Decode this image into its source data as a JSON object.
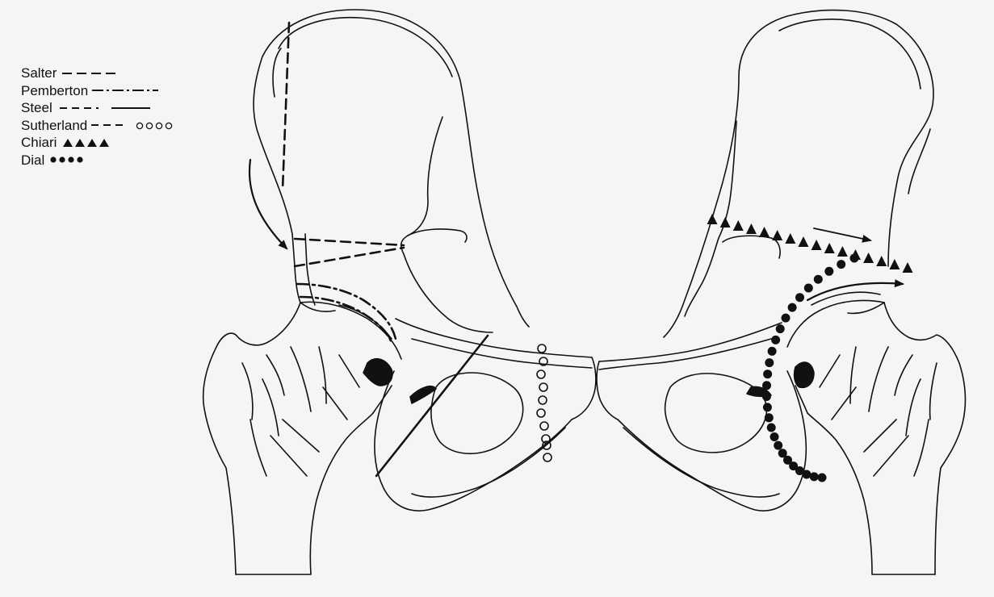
{
  "legend": {
    "items": [
      {
        "id": "salter",
        "label": "Salter"
      },
      {
        "id": "pemberton",
        "label": "Pemberton"
      },
      {
        "id": "steel",
        "label": "Steel"
      },
      {
        "id": "sutherland",
        "label": "Sutherland"
      },
      {
        "id": "chiari",
        "label": "Chiari"
      },
      {
        "id": "dial",
        "label": "Dial"
      }
    ]
  },
  "colors": {
    "ink": "#111111",
    "paper": "#f5f5f3"
  }
}
